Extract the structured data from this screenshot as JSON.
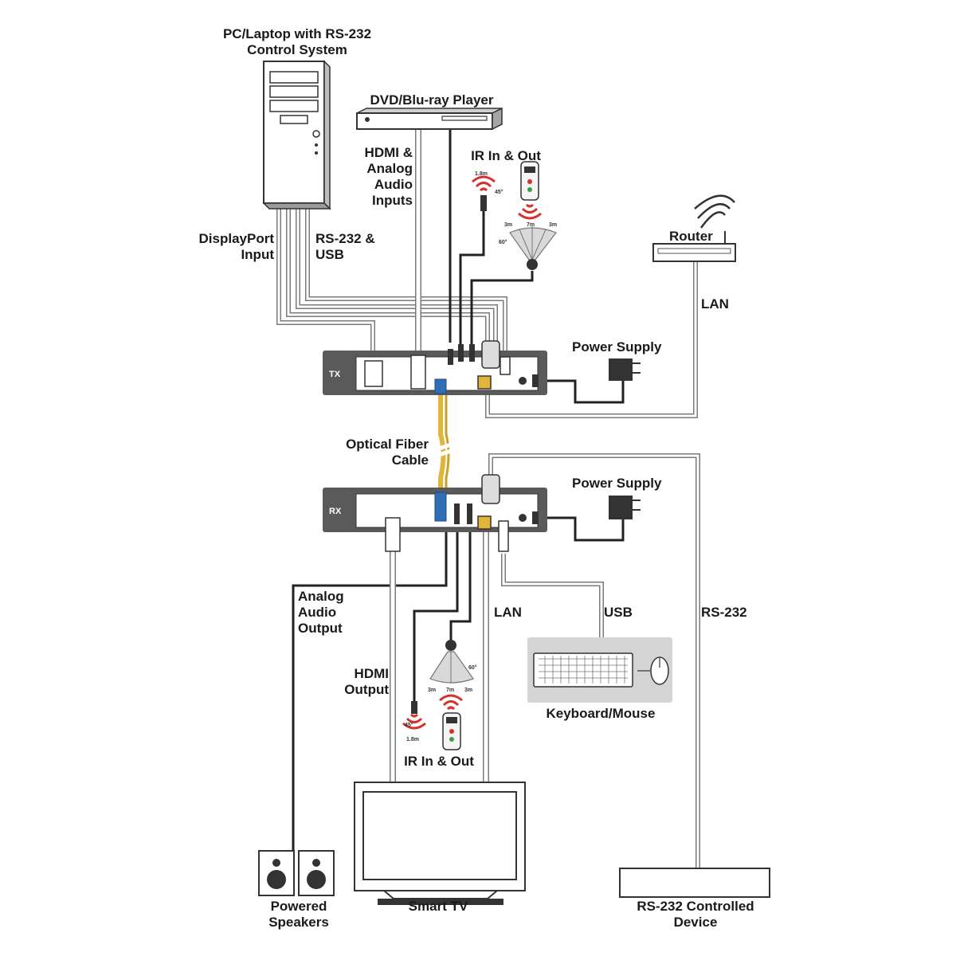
{
  "labels": {
    "pc": "PC/Laptop with RS-232\nControl System",
    "dvd": "DVD/Blu-ray Player",
    "hdmi_analog_in": "HDMI &\nAnalog\nAudio\nInputs",
    "ir_top": "IR In & Out",
    "displayport": "DisplayPort\nInput",
    "rs232_usb": "RS-232 &\nUSB",
    "router": "Router",
    "lan_top": "LAN",
    "power_top": "Power Supply",
    "fiber": "Optical Fiber\nCable",
    "power_bottom": "Power Supply",
    "analog_out": "Analog\nAudio\nOutput",
    "lan_bottom": "LAN",
    "usb": "USB",
    "rs232": "RS-232",
    "hdmi_out": "HDMI\nOutput",
    "keyboard_mouse": "Keyboard/Mouse",
    "ir_bottom": "IR In & Out",
    "smart_tv": "Smart TV",
    "speakers": "Powered\nSpeakers",
    "rs232_device": "RS-232 Controlled\nDevice"
  },
  "units": {
    "tx": "TX",
    "rx": "RX"
  },
  "ir_marks": {
    "top_dist": "1.8m",
    "sensor_dist": "3m",
    "center_dist": "7m",
    "angle": "45°",
    "sweep": "60°"
  },
  "icons": [
    "pc-tower-icon",
    "dvd-player-icon",
    "router-icon",
    "power-adapter-icon",
    "ir-remote-icon",
    "ir-emitter-icon",
    "ir-sensor-icon",
    "keyboard-icon",
    "mouse-icon",
    "tv-icon",
    "speaker-icon"
  ],
  "colors": {
    "line": "#222222",
    "cable_white": "#ffffff",
    "cable_outline": "#7a7a7a",
    "unit_body": "#5a5a5a",
    "fiber": "#e0b63a",
    "fiber_connector": "#2f6db5",
    "ir_red": "#d6312a"
  }
}
